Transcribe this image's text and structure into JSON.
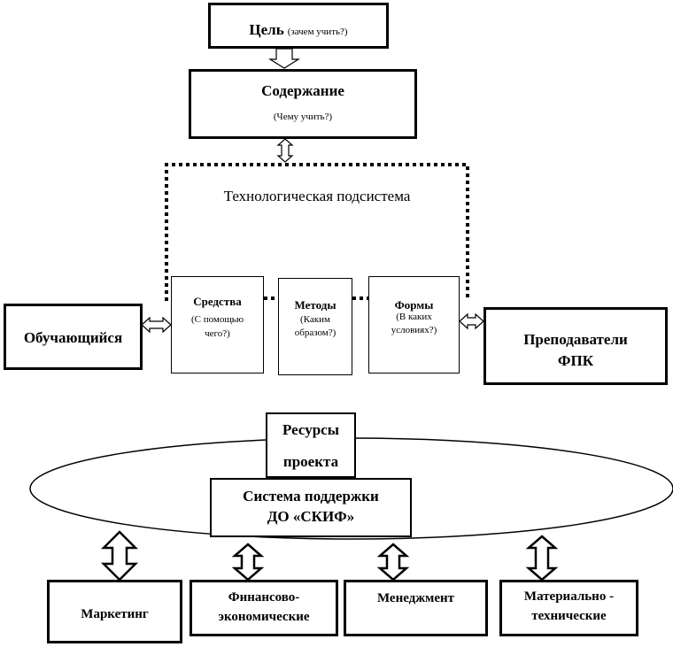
{
  "goal": {
    "title": "Цель",
    "note": "(зачем учить?)"
  },
  "content": {
    "title": "Содержание",
    "note": "(Чему учить?)"
  },
  "tech_subsystem": {
    "title": "Технологическая подсистема"
  },
  "means": {
    "title": "Средства",
    "note_line1": "(С помощью",
    "note_line2": "чего?)"
  },
  "methods": {
    "title": "Методы",
    "note_line1": "(Каким",
    "note_line2": "образом?)"
  },
  "forms": {
    "title": "Формы",
    "note_line1": "(В каких",
    "note_line2": "условиях?)"
  },
  "learner": {
    "title": "Обучающийся"
  },
  "teachers": {
    "line1": "Преподаватели",
    "line2": "ФПК"
  },
  "resources": {
    "line1": "Ресурсы",
    "line2": "проекта"
  },
  "support": {
    "line1": "Система поддержки",
    "line2": "ДО «СКИФ»"
  },
  "marketing": {
    "title": "Маркетинг"
  },
  "finance": {
    "line1": "Финансово-",
    "line2": "экономические"
  },
  "management": {
    "title": "Менеджмент"
  },
  "material": {
    "line1": "Материально -",
    "line2": "технические"
  }
}
